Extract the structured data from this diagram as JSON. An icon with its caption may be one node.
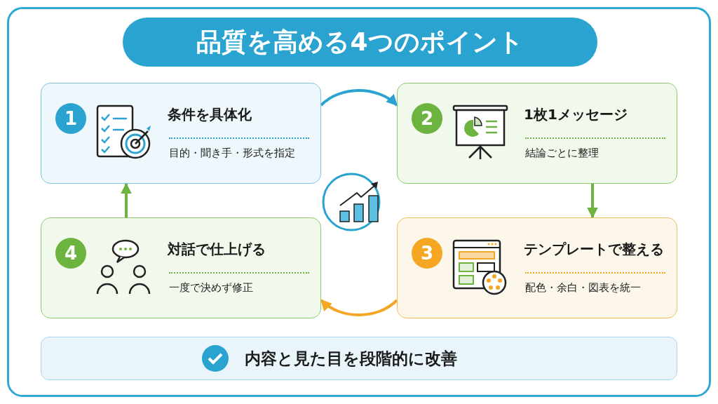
{
  "diagram": {
    "title": "品質を高める4つのポイント",
    "nodes": [
      {
        "text": [
          "1",
          "条件を具体化",
          "目的・聞き手・形式を指定"
        ]
      },
      {
        "text": [
          "2",
          "1枚1メッセージ",
          "結論ごとに整理"
        ]
      },
      {
        "text": [
          "3",
          "テンプレートで整える",
          "配色・余白・図表を統一"
        ]
      },
      {
        "text": [
          "4",
          "対話で仕上げる",
          "一度で決めず修正"
        ]
      },
      {
        "text": [
          "内容と見た目を段階的に改善"
        ]
      }
    ],
    "edges": [
      {
        "from": 0,
        "to": 1,
        "arrow": "to",
        "color": "#2aa3d0"
      },
      {
        "from": 1,
        "to": 2,
        "arrow": "to",
        "color": "#6cb33f"
      },
      {
        "from": 2,
        "to": 3,
        "arrow": "to",
        "color": "#f5a623"
      },
      {
        "from": 3,
        "to": 0,
        "arrow": "to",
        "color": "#6cb33f"
      }
    ]
  }
}
